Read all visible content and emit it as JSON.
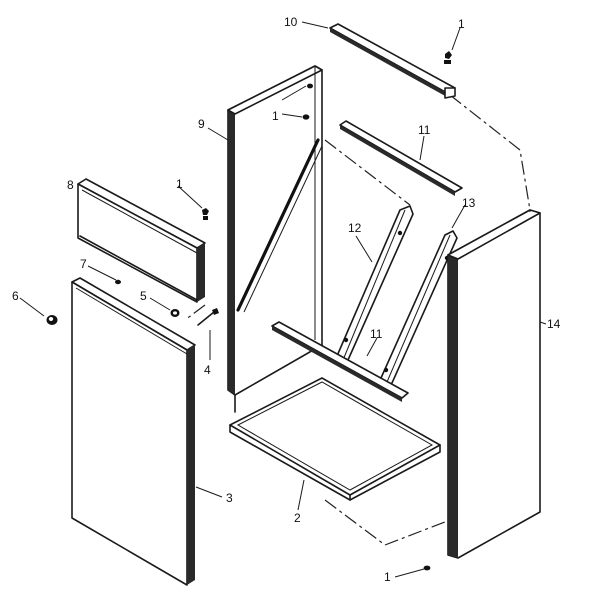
{
  "callouts": {
    "c1a": "1",
    "c1b": "1",
    "c1c": "1",
    "c1d": "1",
    "c2": "2",
    "c3": "3",
    "c4": "4",
    "c5": "5",
    "c6": "6",
    "c7": "7",
    "c8": "8",
    "c9": "9",
    "c10": "10",
    "c11a": "11",
    "c11b": "11",
    "c12": "12",
    "c13": "13",
    "c14": "14"
  }
}
